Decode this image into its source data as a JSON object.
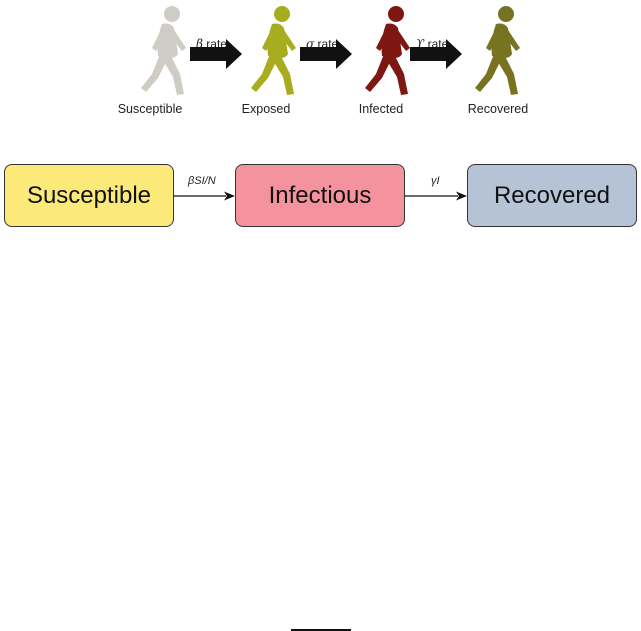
{
  "seir_model": {
    "stages": [
      {
        "label": "Susceptible",
        "color": "#cfccc6",
        "icon": "walking-person-icon"
      },
      {
        "label": "Exposed",
        "color": "#a8ad1f",
        "icon": "walking-person-icon"
      },
      {
        "label": "Infected",
        "color": "#7e1612",
        "icon": "walking-person-icon"
      },
      {
        "label": "Recovered",
        "color": "#777320",
        "icon": "walking-person-icon"
      }
    ],
    "transitions": [
      {
        "symbol": "β",
        "text": " rate"
      },
      {
        "symbol": "σ",
        "text": " rate"
      },
      {
        "symbol": "ϒ",
        "text": " rate"
      }
    ]
  },
  "sir_model": {
    "compartments": [
      {
        "label": "Susceptible",
        "color": "#fbe97a"
      },
      {
        "label": "Infectious",
        "color": "#f4929d"
      },
      {
        "label": "Recovered",
        "color": "#b6c3d6"
      }
    ],
    "flows": [
      {
        "label": "βSI/N"
      },
      {
        "label": "γI"
      }
    ]
  }
}
